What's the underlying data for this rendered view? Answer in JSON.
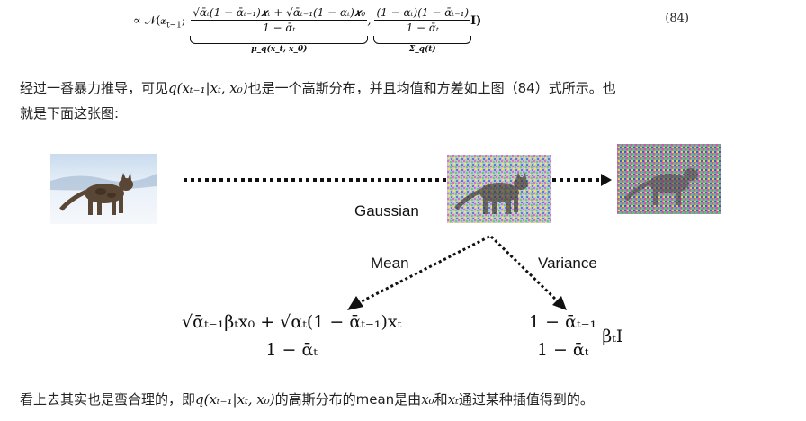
{
  "equation": {
    "prefix": "∝ 𝒩(𝒙",
    "sub_t1": "t−1",
    "semicolon": ";",
    "mean_num": "√ᾱₜ(1 − ᾱₜ₋₁)𝒙ₜ + √ᾱₜ₋₁(1 − αₜ)𝒙₀",
    "mean_den": "1 − ᾱₜ",
    "mean_label": "μ_q(x_t, x_0)",
    "var_num": "(1 − αₜ)(1 − ᾱₜ₋₁)",
    "var_den": "1 − ᾱₜ",
    "var_suffix": "I)",
    "var_label": "Σ_q(t)",
    "number": "(84)"
  },
  "paragraph1": {
    "line1_a": "经过一番暴力推导，可见",
    "line1_math": "q(xₜ₋₁|xₜ, x₀)",
    "line1_b": "也是一个高斯分布，并且均值和方差如上图（84）式所示。也",
    "line2": "就是下面这张图:"
  },
  "figure": {
    "gaussian_label": "Gaussian",
    "mean_label": "Mean",
    "variance_label": "Variance",
    "mean_formula_num": "√ᾱₜ₋₁βₜx₀ + √αₜ(1 − ᾱₜ₋₁)xₜ",
    "mean_formula_den": "1 − ᾱₜ",
    "var_formula_num": "1 − ᾱₜ₋₁",
    "var_formula_den": "1 − ᾱₜ",
    "var_formula_suffix": "βₜI",
    "images": [
      "clean cat photo",
      "noisy cat photo",
      "very noisy cat photo"
    ]
  },
  "paragraph2": {
    "a": "看上去其实也是蛮合理的，即",
    "math1": "q(xₜ₋₁|xₜ, x₀)",
    "b": "的高斯分布的mean是由",
    "math2": "x₀",
    "c": "和",
    "math3": "xₜ",
    "d": "通过某种插值得到的。"
  }
}
